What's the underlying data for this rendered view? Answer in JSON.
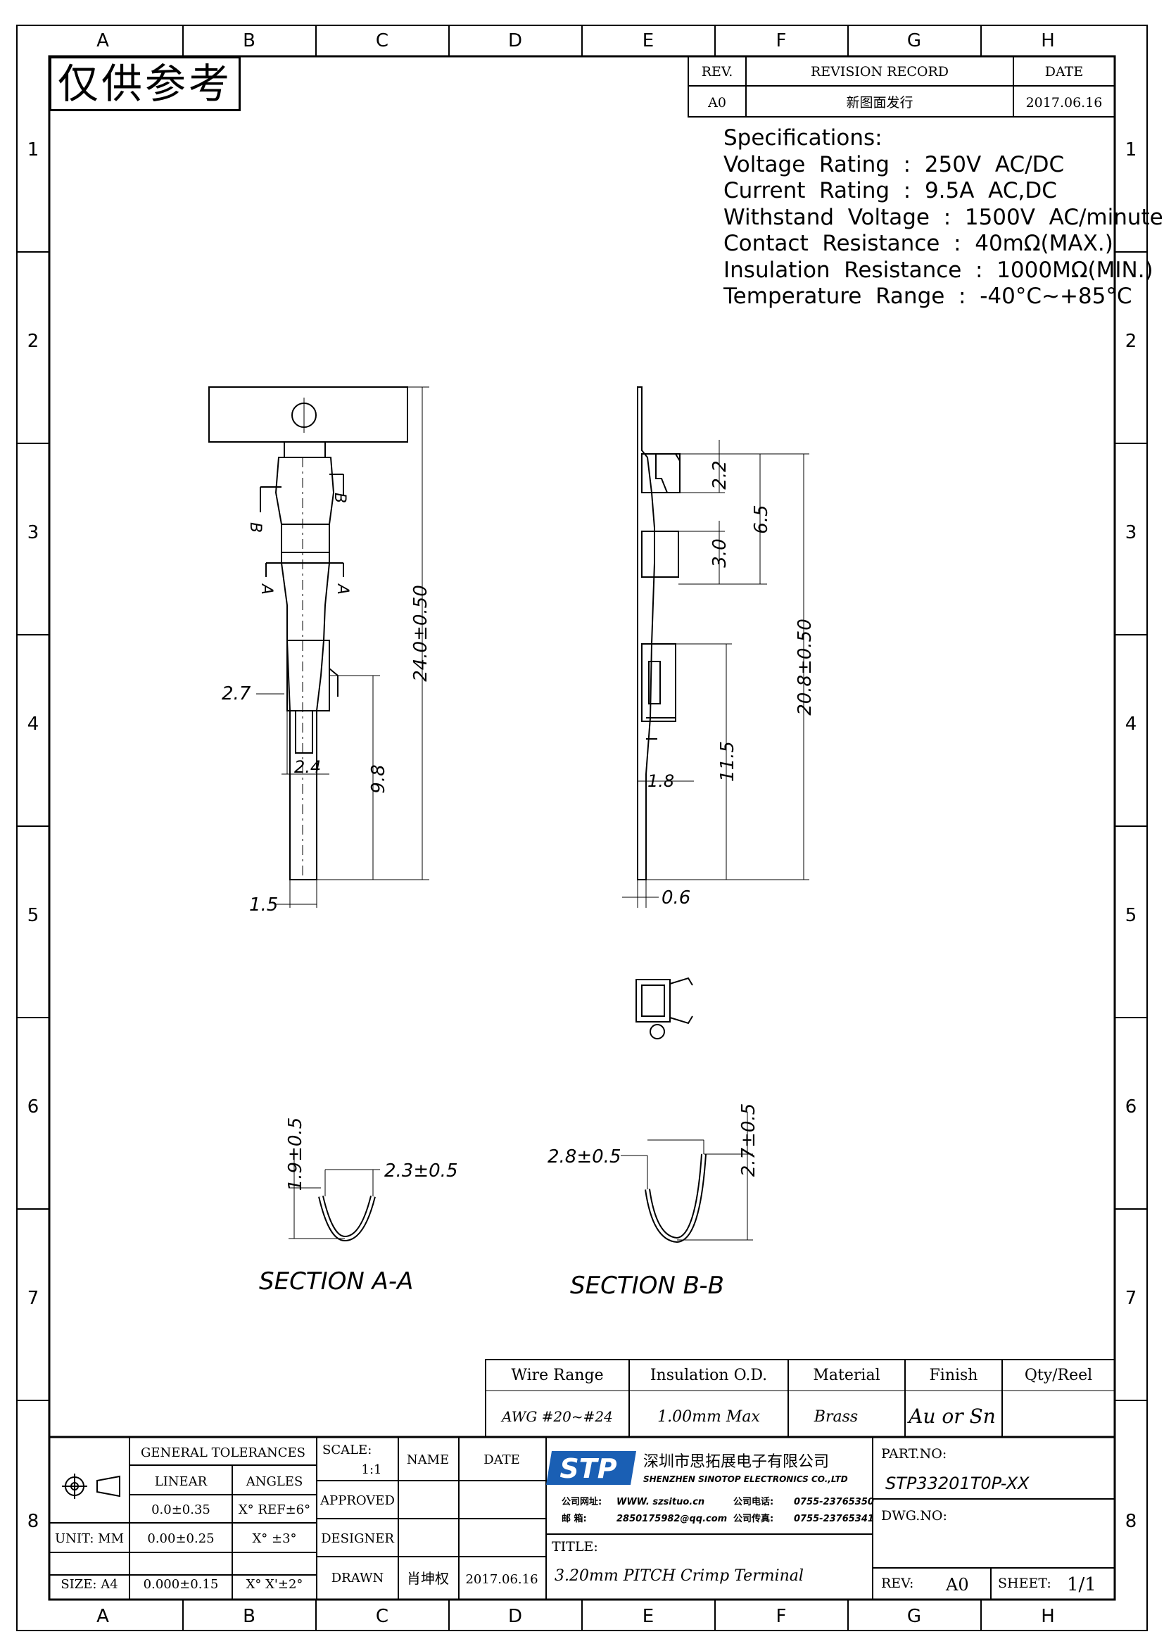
{
  "grid": {
    "cols": [
      "A",
      "B",
      "C",
      "D",
      "E",
      "F",
      "G",
      "H"
    ],
    "rows": [
      "1",
      "2",
      "3",
      "4",
      "5",
      "6",
      "7",
      "8"
    ]
  },
  "stamp": "仅供参考",
  "revision": {
    "headers": [
      "REV.",
      "REVISION RECORD",
      "DATE"
    ],
    "rev": "A0",
    "record": "新图面发行",
    "date": "2017.06.16"
  },
  "specs": {
    "title": "Specifications:",
    "lines": [
      "Voltage  Rating  :  250V  AC/DC",
      "Current  Rating  :  9.5A  AC,DC",
      "Withstand  Voltage  :  1500V  AC/minute",
      "Contact  Resistance  :  40mΩ(MAX.)",
      "Insulation  Resistance  :  1000MΩ(MIN.)",
      "Temperature  Range  :  -40°C~+85°C"
    ]
  },
  "dims": {
    "overall": "24.0±0.50",
    "side_total": "20.8±0.50",
    "d22": "2.2",
    "d30": "3.0",
    "d65": "6.5",
    "d115": "11.5",
    "d98": "9.8",
    "d27": "2.7",
    "d24": "2.4",
    "d15": "1.5",
    "d18": "1.8",
    "d06": "0.6",
    "secA_h": "1.9±0.5",
    "secA_w": "2.3±0.5",
    "secB_w": "2.8±0.5",
    "secB_h": "2.7±0.5",
    "cut_a": "A",
    "cut_b": "B"
  },
  "sections": {
    "a": "SECTION  A-A",
    "b": "SECTION  B-B"
  },
  "spec_table": {
    "headers": [
      "Wire Range",
      "Insulation O.D.",
      "Material",
      "Finish",
      "Qty/Reel"
    ],
    "values": [
      "AWG #20~#24",
      "1.00mm Max",
      "Brass",
      "Au or Sn",
      ""
    ]
  },
  "titleblock": {
    "general_tolerances": "GENERAL TOLERANCES",
    "linear": "LINEAR",
    "angles": "ANGLES",
    "tol_rows": [
      [
        "",
        "0.0±0.35",
        "X° REF±6°"
      ],
      [
        "UNIT: MM",
        "0.00±0.25",
        "X° ±3°"
      ],
      [
        "SIZE: A4",
        "0.000±0.15",
        "X° X'±2°"
      ]
    ],
    "scale_label": "SCALE:",
    "scale_value": "1:1",
    "name": "NAME",
    "date": "DATE",
    "approved": "APPROVED",
    "designer": "DESIGNER",
    "drawn": "DRAWN",
    "drawn_name": "肖坤权",
    "drawn_date": "2017.06.16",
    "company_cn": "深圳市思拓展电子有限公司",
    "company_en": "SHENZHEN SINOTOP ELECTRONICS CO.,LTD",
    "logo_text": "STP",
    "web_label": "公司网址:",
    "web": "WWW. szsituo.cn",
    "email_label": "邮   箱:",
    "email": "2850175982@qq.com",
    "tel_label": "公司电话:",
    "tel": "0755-23765350",
    "fax_label": "公司传真:",
    "fax": "0755-23765341",
    "title_label": "TITLE:",
    "title": "3.20mm PITCH Crimp Terminal",
    "part_no_label": "PART.NO:",
    "part_no": "STP33201T0P-XX",
    "dwg_no_label": "DWG.NO:",
    "rev_label": "REV:",
    "rev": "A0",
    "sheet_label": "SHEET:",
    "sheet": "1/1"
  }
}
